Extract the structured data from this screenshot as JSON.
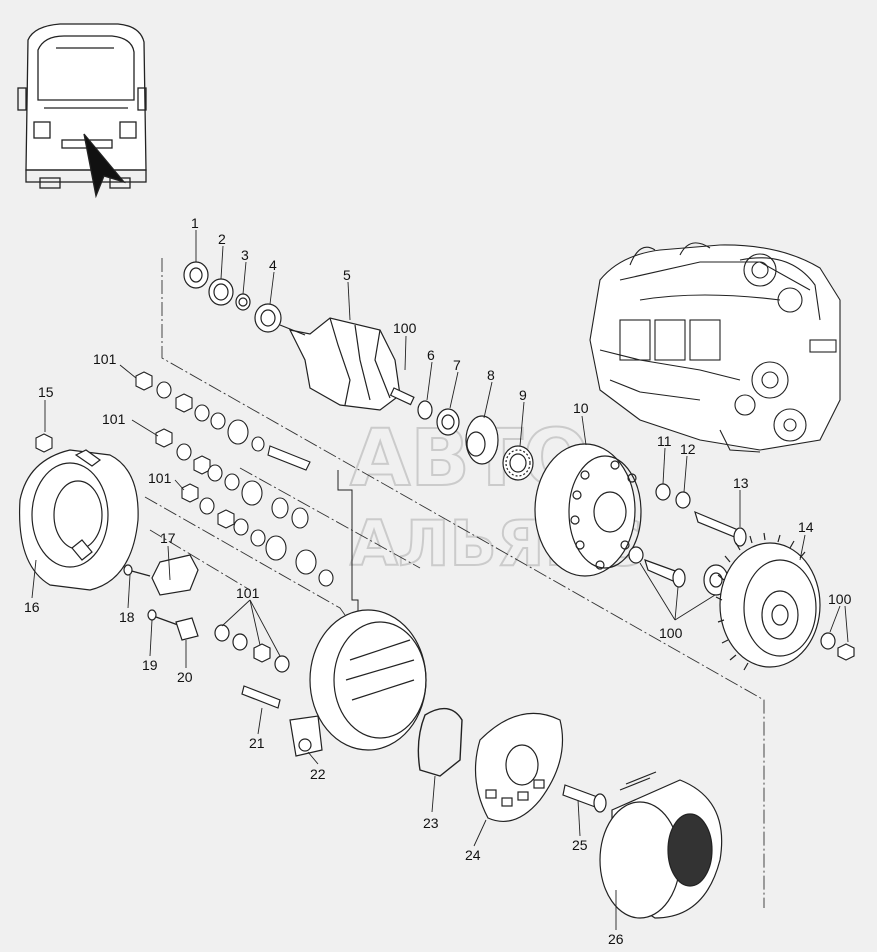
{
  "watermark": {
    "line1": "АВТО",
    "line2": "АЛЬЯНС"
  },
  "callouts": [
    {
      "id": "c1",
      "text": "1"
    },
    {
      "id": "c2",
      "text": "2"
    },
    {
      "id": "c3",
      "text": "3"
    },
    {
      "id": "c4",
      "text": "4"
    },
    {
      "id": "c5",
      "text": "5"
    },
    {
      "id": "c100a",
      "text": "100"
    },
    {
      "id": "c6",
      "text": "6"
    },
    {
      "id": "c7",
      "text": "7"
    },
    {
      "id": "c8",
      "text": "8"
    },
    {
      "id": "c9",
      "text": "9"
    },
    {
      "id": "c10",
      "text": "10"
    },
    {
      "id": "c11",
      "text": "11"
    },
    {
      "id": "c12",
      "text": "12"
    },
    {
      "id": "c13",
      "text": "13"
    },
    {
      "id": "c14",
      "text": "14"
    },
    {
      "id": "c100b",
      "text": "100"
    },
    {
      "id": "c100c",
      "text": "100"
    },
    {
      "id": "c101a",
      "text": "101"
    },
    {
      "id": "c101b",
      "text": "101"
    },
    {
      "id": "c101c",
      "text": "101"
    },
    {
      "id": "c101d",
      "text": "101"
    },
    {
      "id": "c15",
      "text": "15"
    },
    {
      "id": "c16",
      "text": "16"
    },
    {
      "id": "c17",
      "text": "17"
    },
    {
      "id": "c18",
      "text": "18"
    },
    {
      "id": "c19",
      "text": "19"
    },
    {
      "id": "c20",
      "text": "20"
    },
    {
      "id": "c21",
      "text": "21"
    },
    {
      "id": "c22",
      "text": "22"
    },
    {
      "id": "c23",
      "text": "23"
    },
    {
      "id": "c24",
      "text": "24"
    },
    {
      "id": "c25",
      "text": "25"
    },
    {
      "id": "c26",
      "text": "26"
    }
  ]
}
